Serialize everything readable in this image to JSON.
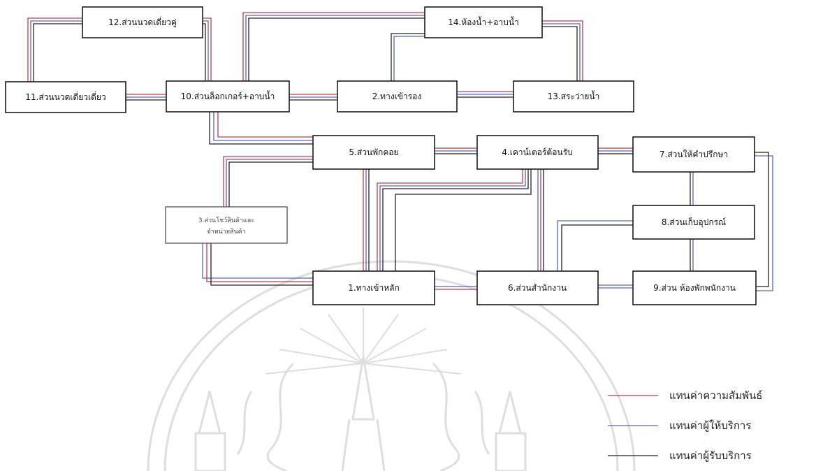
{
  "rooms": {
    "r12": "12.ส่วนนวดเดี่ยวคู่",
    "r14": "14.ห้องน้ำ+อาบน้ำ",
    "r11": "11.ส่วนนวดเดี่ยวเดี่ยว",
    "r10": "10.ส่วนล็อกเกอร์+อาบน้ำ",
    "r2": "2.ทางเข้ารอง",
    "r13": "13.สระว่ายน้ำ",
    "r5": "5.ส่วนพักคอย",
    "r4": "4.เคาน์เตอร์ต้อนรับ",
    "r7": "7.ส่วนให้คำปรึกษา",
    "r3_line1": "3.ส่วนโชว์สินค้าและ",
    "r3_line2": "จำหน่ายสินค้า",
    "r8": "8.ส่วนเก็บอุปกรณ์",
    "r1": "1.ทางเข้าหลัก",
    "r6": "6.ส่วนสำนักงาน",
    "r9": "9.ส่วน ห้องพักพนักงาน"
  },
  "legend": {
    "relation": "แทนค่าความสัมพันธ์",
    "provider": "แทนค่าผู้ให้บริการ",
    "customer": "แทนค่าผู้รับบริการ"
  },
  "colors": {
    "relation": "#c23a4a",
    "provider": "#5a63b8",
    "customer": "#222222",
    "watermark": "#9a9a9a"
  },
  "watermark_icon": "university-seal-icon"
}
